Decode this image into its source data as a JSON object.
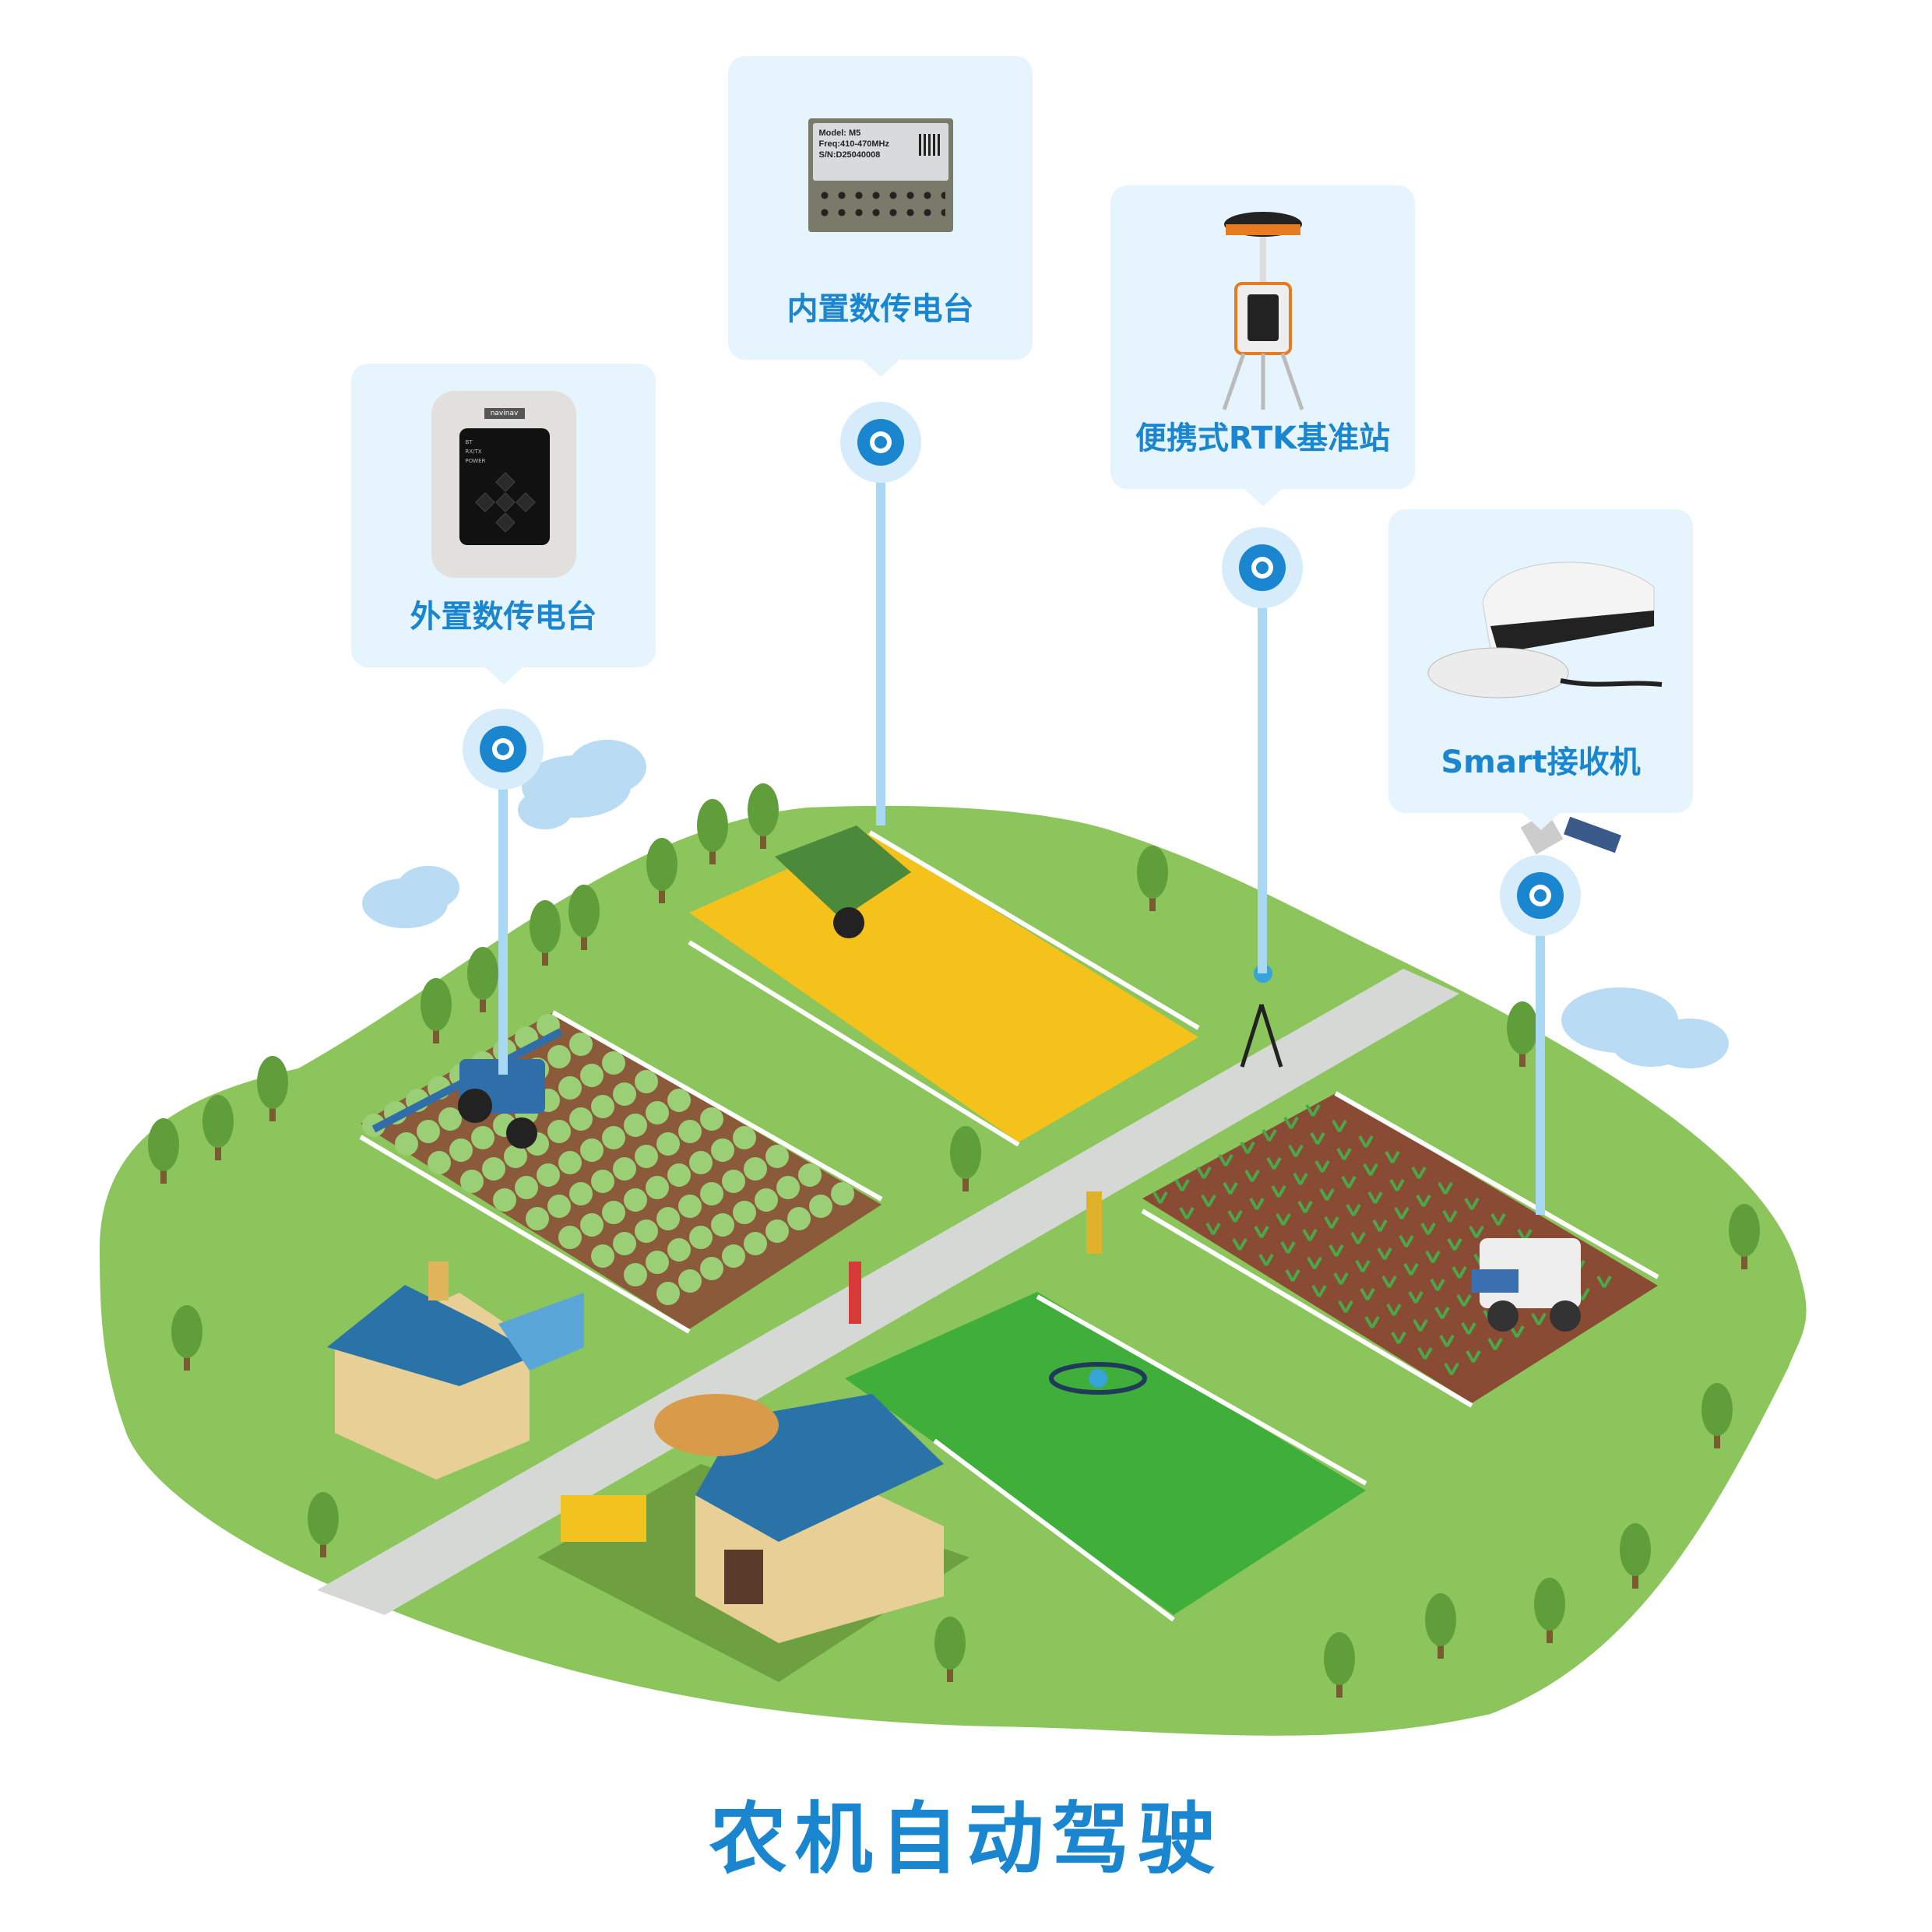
{
  "title": "农机自动驾驶",
  "cards": [
    {
      "id": "external-radio",
      "label": "外置数传电台",
      "device": {
        "brand": "navinav",
        "indicators": [
          "BT",
          "RX/TX",
          "POWER"
        ]
      }
    },
    {
      "id": "internal-radio",
      "label": "内置数传电台",
      "device": {
        "model": "Model: M5",
        "freq": "Freq:410-470MHz",
        "sn": "S/N:D25040008"
      }
    },
    {
      "id": "portable-rtk",
      "label": "便携式RTK基准站"
    },
    {
      "id": "smart-receiver",
      "label": "Smart接收机"
    }
  ],
  "colors": {
    "accent": "#1a86d0",
    "card_bg": "#e6f4fd",
    "grass": "#8cc55b",
    "wheat": "#f5c21b",
    "soil": "#8a4b35",
    "road": "#d5d8d4"
  }
}
